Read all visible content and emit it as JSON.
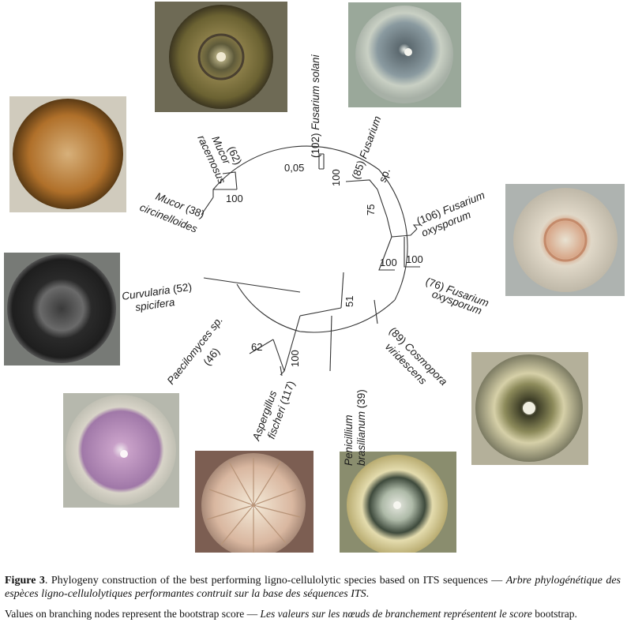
{
  "taxa": [
    {
      "id": "fusarium-solani",
      "num": "(102)",
      "name": "Fusarium solani"
    },
    {
      "id": "fusarium-sp",
      "num": "(85)",
      "name": "Fusarium",
      "name2": "sp."
    },
    {
      "id": "fusarium-oxysporum-106",
      "num": "(106)",
      "name": "Fusarium",
      "name2": "oxysporum"
    },
    {
      "id": "fusarium-oxysporum-76",
      "num": "(76)",
      "name": "Fusarium",
      "name2": "oxysporum"
    },
    {
      "id": "cosmopora-viridescens",
      "num": "(89)",
      "name": "Cosmopora",
      "name2": "viridescens"
    },
    {
      "id": "penicillium-brasilianum",
      "num": "(39)",
      "name": "Penicillium",
      "name2": "brasilianum"
    },
    {
      "id": "aspergillus-fischeri",
      "num": "(117)",
      "name": "Aspergillus",
      "name2": "fischeri"
    },
    {
      "id": "paecilomyces-sp",
      "num": "(46)",
      "name": "Paecilomyces sp."
    },
    {
      "id": "curvularia-spicifera",
      "num": "(52)",
      "name": "Curvularia",
      "name2": "spicifera"
    },
    {
      "id": "mucor-circinelloides",
      "num": "(38)",
      "name": "Mucor",
      "name2": "circinelloides"
    },
    {
      "id": "mucor-racemosus",
      "num": "(62)",
      "name": "Mucor",
      "name2": "racemosus"
    }
  ],
  "bootstrap": [
    "0,05",
    "100",
    "75",
    "100",
    "100",
    "51",
    "100",
    "62",
    "100"
  ],
  "caption": {
    "figure_label": "Figure 3",
    "text_en": ". Phylogeny construction of the best performing ligno-cellulolytic species based on ITS sequences — ",
    "text_fr": "Arbre phylogénétique des espèces ligno-cellulolytiques performantes contruit sur la base des séquences ITS",
    "end": "."
  },
  "note": {
    "text_en": "Values on branching nodes represent the bootstrap score — ",
    "text_fr": "Les valeurs sur les nœuds de branchement représentent le score",
    "text_end": " bootstrap."
  },
  "colors": {
    "tree": "#333333",
    "mucor_racemosus_plate": "#6b6232",
    "fusarium_solani_plate": "#8a9aa0",
    "mucor_circinelloides_plate": "#b0702a",
    "fusarium_oxysporum_plate": "#d9d2c4",
    "curvularia_plate": "#2e2e2e",
    "cosmopora_plate": "#8c8a5a",
    "paecilomyces_plate": "#a078a8",
    "aspergillus_plate": "#d9b7a0",
    "penicillium_plate": "#7a8a60"
  }
}
